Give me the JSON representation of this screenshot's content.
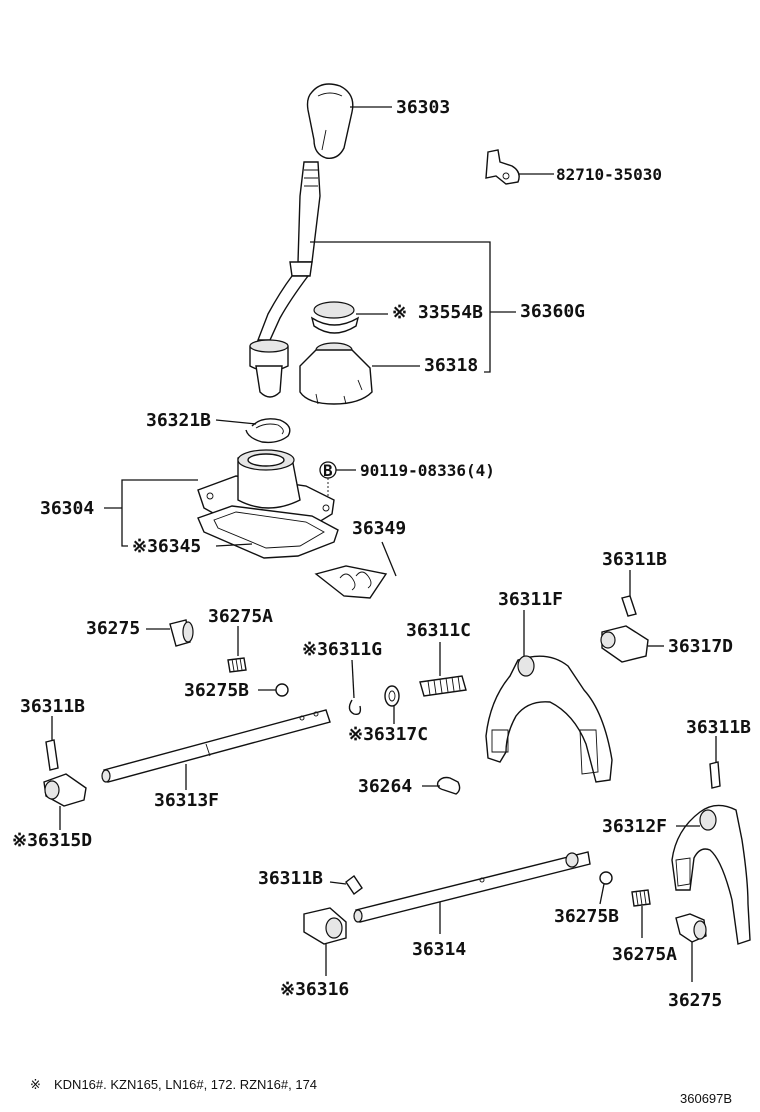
{
  "labels": {
    "knob": "36303",
    "clamp": "82710-35030",
    "boot_small": "※ 33554B",
    "boot_assy": "36360G",
    "boot_large": "36318",
    "snap_ring_top": "36321B",
    "bolt_b": "90119-08336(4)",
    "bolt_b_mark": "B",
    "retainer": "36304",
    "retainer_gasket": "※36345",
    "spring_plate": "36349",
    "plug_left": "36275",
    "spring_left": "36275A",
    "ball_left": "36275B",
    "pin_left": "36311B",
    "head_left": "※36315D",
    "shaft_upper": "36313F",
    "snap_ring_mid": "※36311G",
    "spring_mid": "36311C",
    "washer_mid": "※36317C",
    "interlock_pin": "36264",
    "fork_large": "36311F",
    "pin_right_top": "36311B",
    "head_right": "36317D",
    "pin_right_mid": "36311B",
    "fork_small": "36312F",
    "pin_bottom": "36311B",
    "head_bottom": "※36316",
    "shaft_lower": "36314",
    "ball_right": "36275B",
    "spring_right": "36275A",
    "plug_right": "36275"
  },
  "footnote": {
    "mark": "※",
    "text": "KDN16#. KZN165, LN16#, 172. RZN16#, 174"
  },
  "drawing_number": "360697B"
}
